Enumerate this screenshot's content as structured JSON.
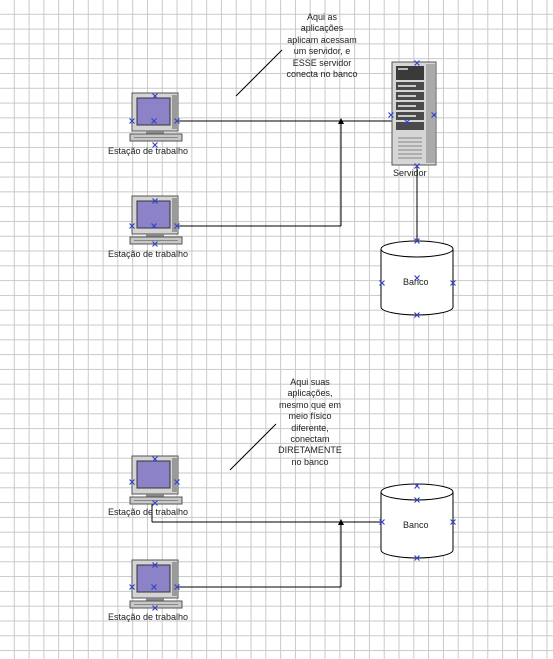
{
  "diagram": {
    "top": {
      "note": [
        "Aqui as",
        "aplicações",
        "aplicam acessam",
        "um servidor, e",
        "ESSE servidor",
        "conecta no banco"
      ],
      "workstation_1_label": "Estação de trabalho",
      "workstation_2_label": "Estação de trabalho",
      "server_label": "Servidor",
      "database_label": "Banco"
    },
    "bottom": {
      "note": [
        "Aqui suas",
        "aplicações,",
        "mesmo que em",
        "meio físico",
        "diferente,",
        "conectam",
        "DIRETAMENTE",
        "no banco"
      ],
      "workstation_1_label": "Estação de trabalho",
      "workstation_2_label": "Estação de trabalho",
      "database_label": "Banco"
    }
  },
  "colors": {
    "grid": "#c9c9c9",
    "line": "#000000",
    "handle": "#3344cc",
    "screen": "#8b82c8",
    "monitor_body": "#cfcfcf"
  }
}
